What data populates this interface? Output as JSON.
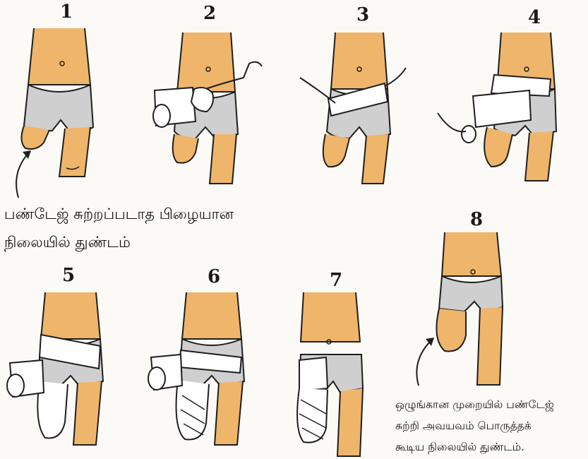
{
  "figures": [
    {
      "step": "1"
    },
    {
      "step": "2"
    },
    {
      "step": "3"
    },
    {
      "step": "4"
    },
    {
      "step": "5"
    },
    {
      "step": "6"
    },
    {
      "step": "7"
    },
    {
      "step": "8"
    }
  ],
  "captions": {
    "incorrect_line1": "பண்டேஜ் சுற்றப்படாத பிழையான",
    "incorrect_line2": "நிலையில் துண்டம்",
    "correct_line1": "ஒழுங்கான முறையில் பண்டேஜ்",
    "correct_line2": "சுற்றி அவயவம் பொருத்தக்",
    "correct_line3": "கூடிய நிலையில் துண்டம்."
  },
  "colors": {
    "skin": "#efb56a",
    "skin_shadow": "#d99a4e",
    "briefs": "#cfcfcf",
    "bandage": "#ffffff",
    "outline": "#1e1e1e"
  }
}
